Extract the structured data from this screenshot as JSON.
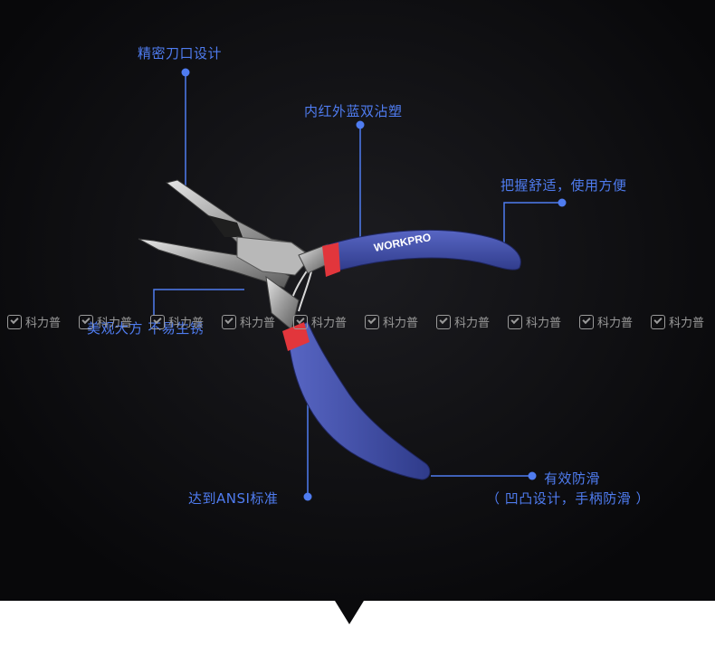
{
  "callouts": {
    "precision_edge": "精密刀口设计",
    "dual_color_grip": "内红外蓝双沾塑",
    "comfortable_grip": "把握舒适，使用方便",
    "rust_resistant": "美观大方 不易生锈",
    "ansi_standard": "达到ANSI标准",
    "anti_slip": "有效防滑",
    "anti_slip_detail": "（ 凹凸设计，手柄防滑 ）"
  },
  "product": {
    "brand": "WORKPRO"
  },
  "watermark": {
    "text": "科力普",
    "repeat": 10
  },
  "colors": {
    "background": "#0c0c0e",
    "accent_blue": "#4f7cf0",
    "handle_blue": "#3e4fa8",
    "handle_red": "#e2363c",
    "footer": "#ffffff"
  }
}
